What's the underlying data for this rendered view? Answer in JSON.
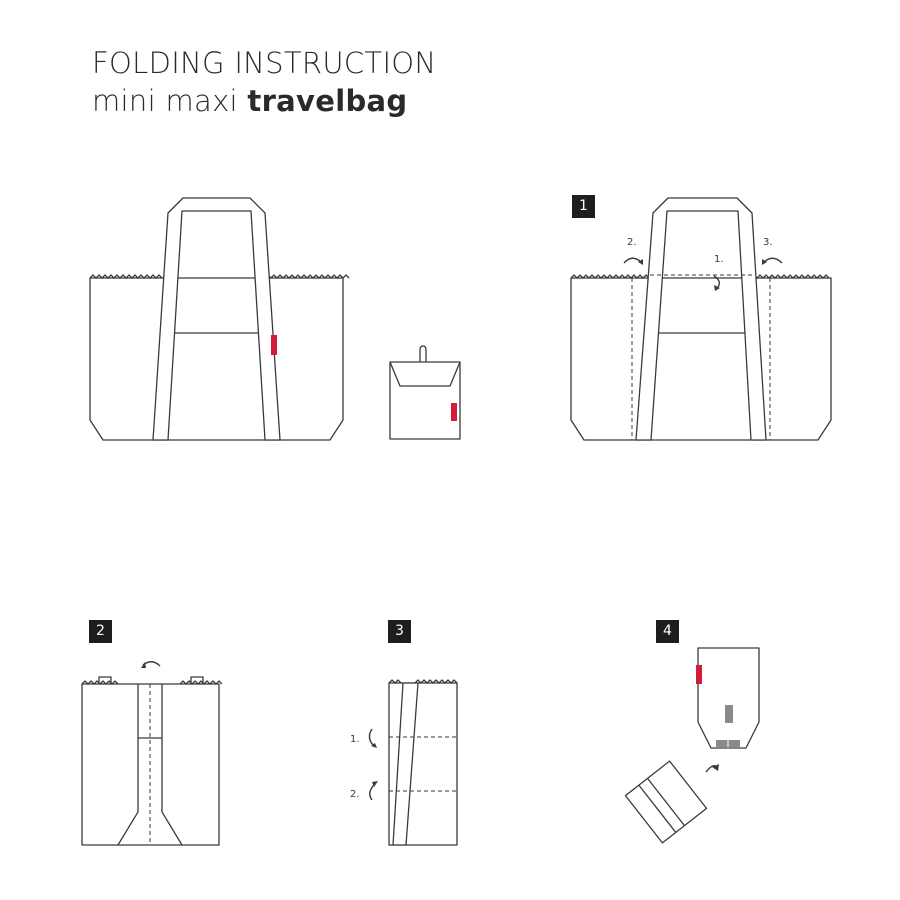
{
  "title": {
    "line1": "FOLDING INSTRUCTION",
    "line2_regular": "mini maxi ",
    "line2_bold": "travelbag"
  },
  "steps": [
    {
      "number": "1",
      "labels": [
        "2.",
        "1.",
        "3."
      ]
    },
    {
      "number": "2",
      "labels": []
    },
    {
      "number": "3",
      "labels": [
        "1.",
        "2."
      ]
    },
    {
      "number": "4",
      "labels": []
    }
  ],
  "colors": {
    "line": "#3a3a3a",
    "brand_tag": "#d31b3a",
    "badge": "#1e1e1e"
  }
}
